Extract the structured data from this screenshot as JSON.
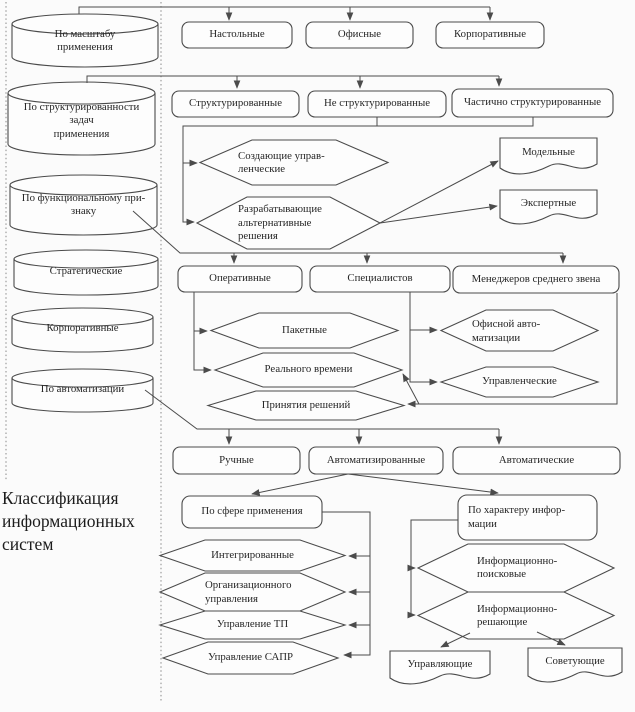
{
  "title": "Классификация информационных систем",
  "colors": {
    "background": "#fbfbfb",
    "node_fill": "#fdfdfd",
    "line": "#4b4b4b",
    "text": "#262626",
    "dotted": "#8a8a8a"
  },
  "caption": {
    "lines": [
      "Классификация",
      "информационных",
      "систем"
    ]
  },
  "cylinders": {
    "scale": {
      "lines": [
        "По масштабу",
        "применения"
      ]
    },
    "structuredness": {
      "lines": [
        "По структурированности",
        "задач",
        "применения"
      ]
    },
    "functional": {
      "lines": [
        "По функциональному при-",
        "знаку"
      ]
    },
    "strategic": {
      "label": "Стратегические"
    },
    "corporate": {
      "label": "Корпоративные"
    },
    "automation": {
      "label": "По автоматизации"
    }
  },
  "boxes": {
    "desktop": {
      "label": "Настольные"
    },
    "office": {
      "label": "Офисные"
    },
    "corporate": {
      "label": "Корпоративные"
    },
    "structured": {
      "label": "Структурированные"
    },
    "unstructured": {
      "label": "Не структурированные"
    },
    "partially_structured": {
      "label": "Частично структурированные"
    },
    "operational": {
      "label": "Оперативные"
    },
    "specialists": {
      "label": "Специалистов"
    },
    "middle_managers": {
      "label": "Менеджеров среднего звена"
    },
    "manual": {
      "label": "Ручные"
    },
    "automated": {
      "label": "Автоматизированные"
    },
    "automatic": {
      "label": "Автоматические"
    },
    "by_application_area": {
      "label": "По сфере применения"
    },
    "by_information_nature": {
      "lines": [
        "По характеру инфор-",
        "мации"
      ]
    }
  },
  "hexagons": {
    "creating_managerial": {
      "lines": [
        "Создающие управ-",
        "ленческие"
      ]
    },
    "developing_alternative": {
      "lines": [
        "Разрабатывающие",
        "альтернативные",
        "решения"
      ]
    },
    "batch": {
      "label": "Пакетные"
    },
    "real_time": {
      "label": "Реального времени"
    },
    "decision_making": {
      "label": "Принятия решений"
    },
    "office_automation": {
      "lines": [
        "Офисной авто-",
        "матизации"
      ]
    },
    "managerial": {
      "label": "Управленческие"
    },
    "integrated": {
      "label": "Интегрированные"
    },
    "org_management": {
      "lines": [
        "Организационного",
        "управления"
      ]
    },
    "tp_management": {
      "label": "Управление ТП"
    },
    "sapr_management": {
      "label": "Управление САПР"
    },
    "info_search": {
      "lines": [
        "Информационно-",
        "поисковые"
      ]
    },
    "info_deciding": {
      "lines": [
        "Информационно-",
        "решающие"
      ]
    }
  },
  "documents": {
    "model": {
      "label": "Модельные"
    },
    "expert": {
      "label": "Экспертные"
    },
    "controlling": {
      "label": "Управляющие"
    },
    "advising": {
      "label": "Советующие"
    }
  }
}
